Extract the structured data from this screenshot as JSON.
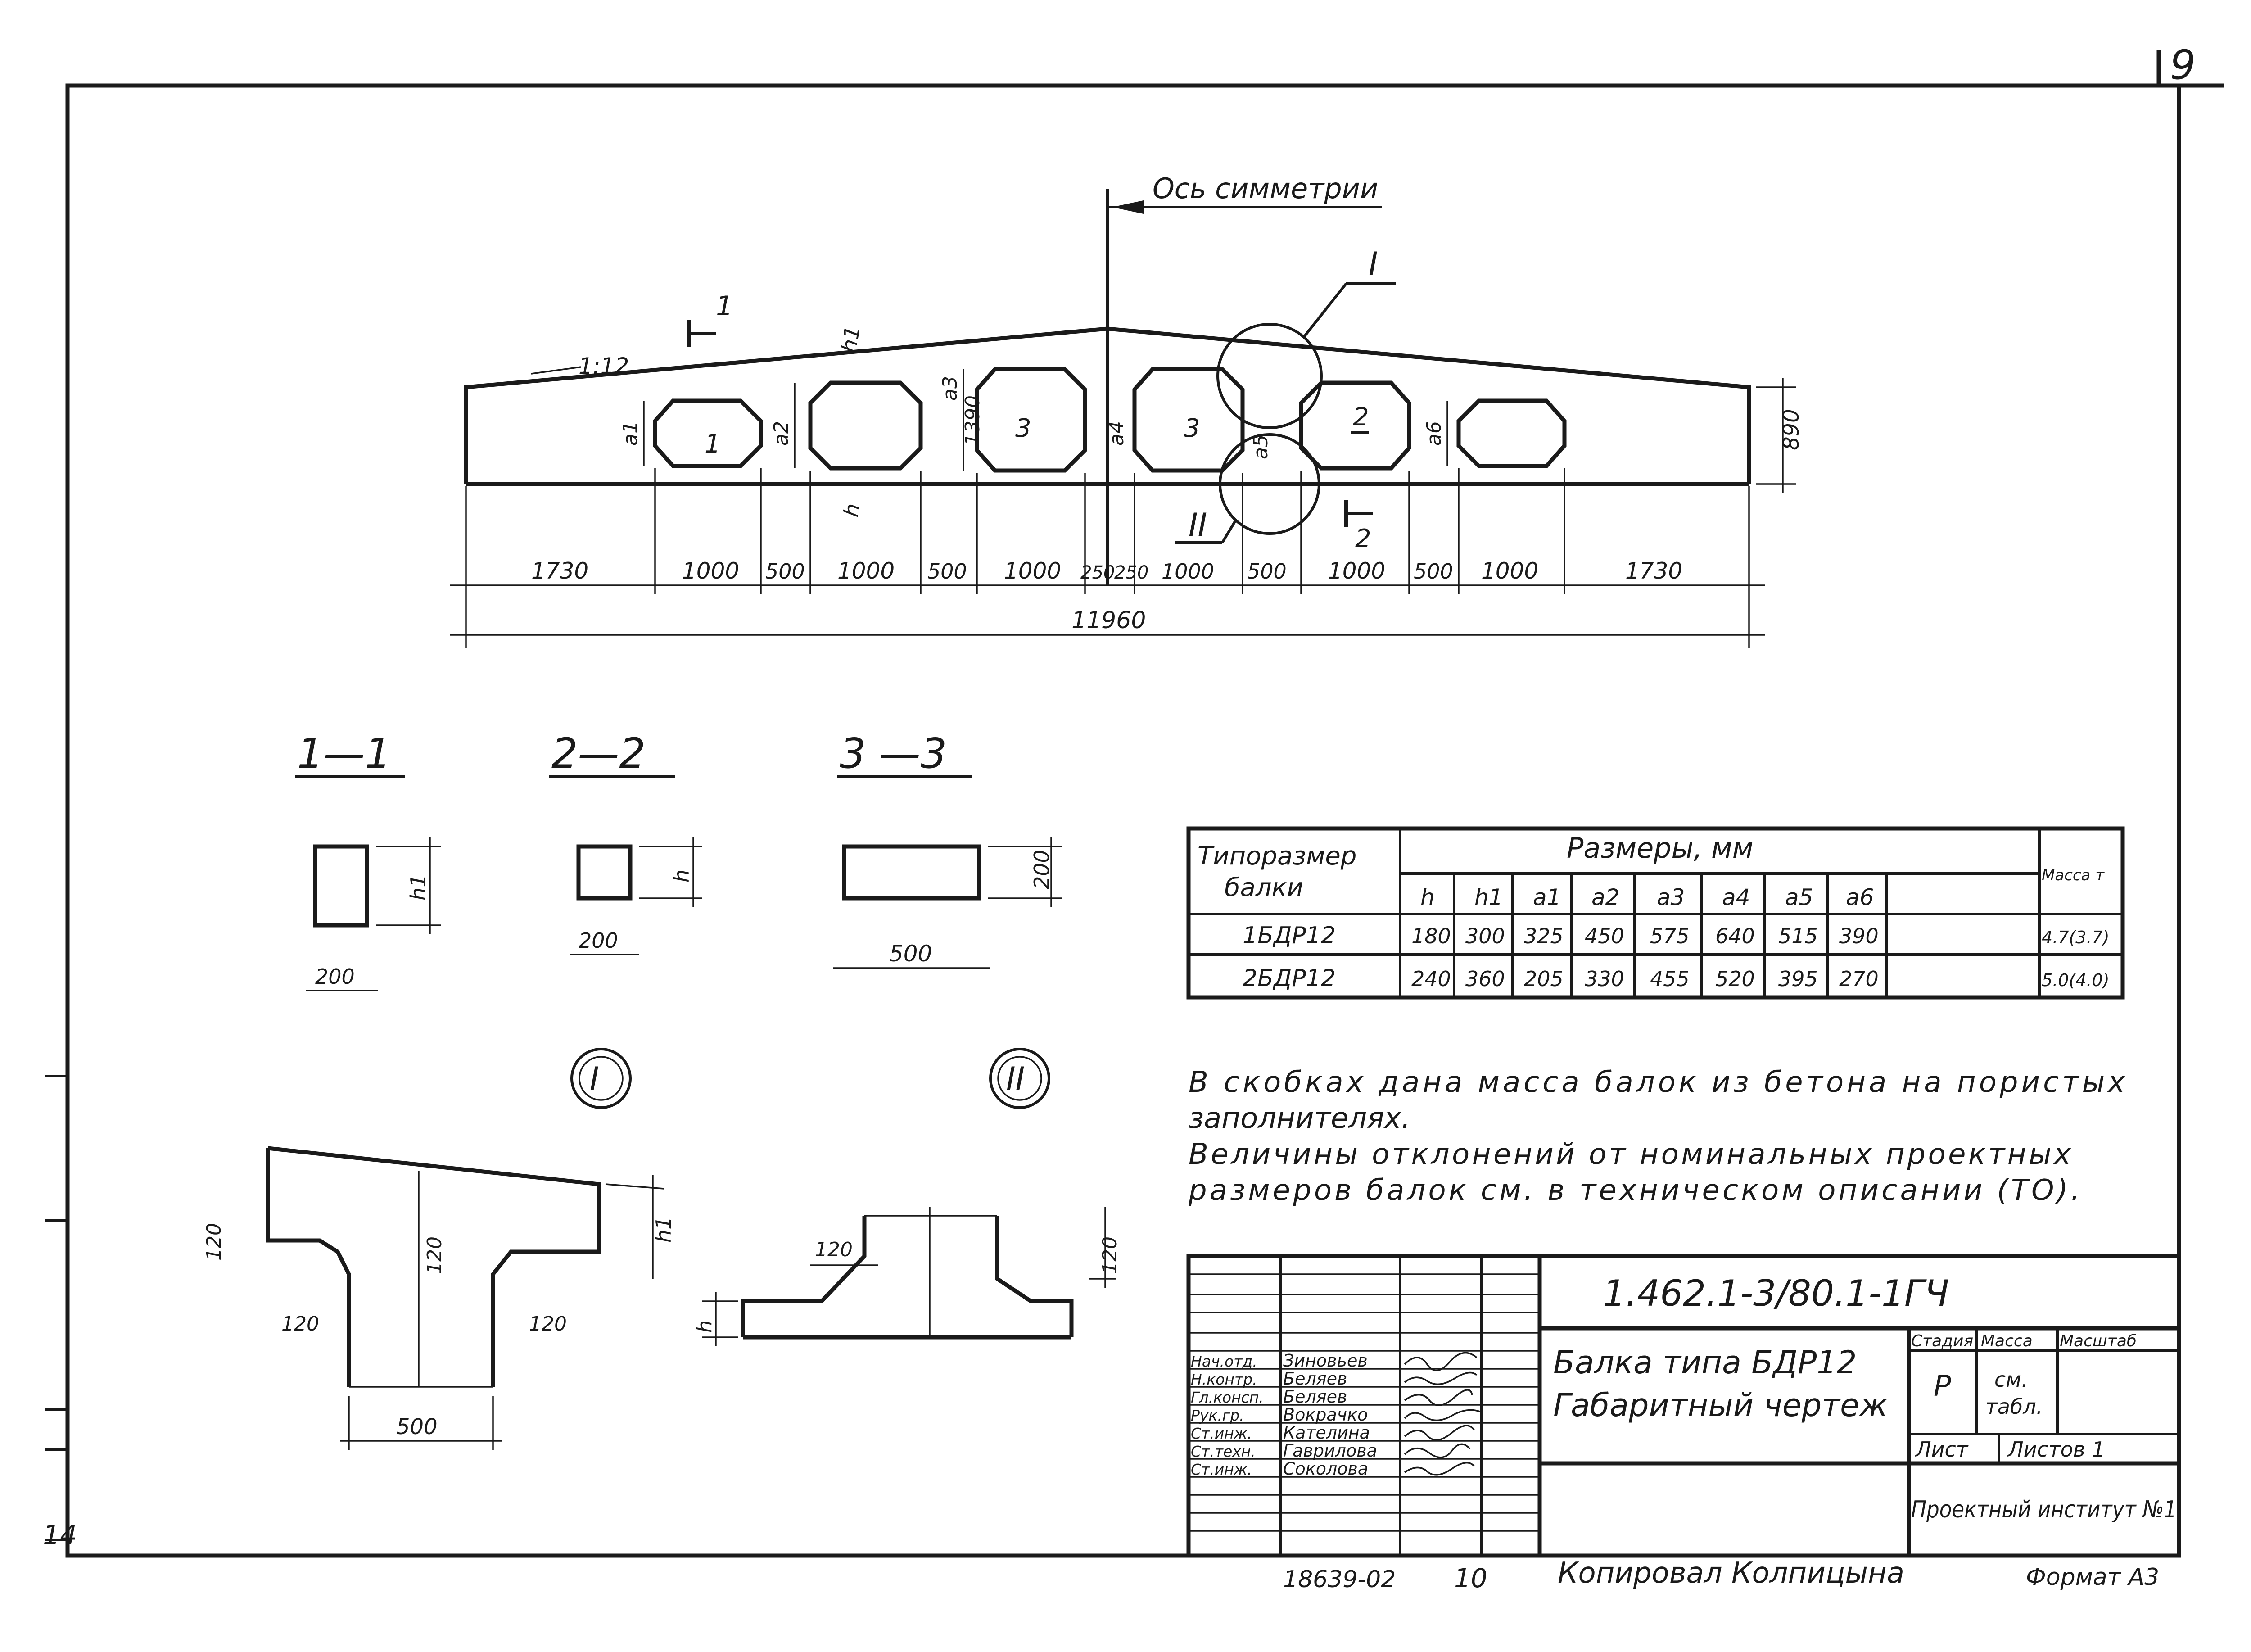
{
  "sheet_number": "9",
  "beam": {
    "axis_label": "Ось симметрии",
    "slope": "1:12",
    "height_end": "890",
    "center_hole_height": "1390",
    "bottom_dims": [
      "1730",
      "1000",
      "500",
      "1000",
      "500",
      "1000",
      "250",
      "250",
      "1000",
      "500",
      "1000",
      "500",
      "1000",
      "1730"
    ],
    "total_length": "11960",
    "detail_I": "I",
    "detail_II": "II",
    "hole_labels": [
      "a1",
      "a2",
      "a3",
      "a4",
      "a5",
      "a6"
    ],
    "section_marks": {
      "s1": "1",
      "s2": "2",
      "s3": "3"
    },
    "h_labels": {
      "h1": "h1",
      "h": "h"
    }
  },
  "sections": {
    "s11": {
      "title": "1—1",
      "width": "200",
      "height": "h1"
    },
    "s22": {
      "title": "2—2",
      "width": "200",
      "height": "h"
    },
    "s33": {
      "title": "3 —3",
      "width": "500",
      "height": "200"
    }
  },
  "details": {
    "I": {
      "label": "I",
      "dims": [
        "120",
        "120",
        "120",
        "120",
        "500",
        "h1"
      ]
    },
    "II": {
      "label": "II",
      "dims": [
        "120",
        "120",
        "h"
      ]
    }
  },
  "table": {
    "col_type_line1": "Типоразмер",
    "col_type_line2": "балки",
    "col_sizes": "Размеры, мм",
    "col_mass": "Масса т",
    "headers": [
      "h",
      "h1",
      "a1",
      "a2",
      "a3",
      "a4",
      "a5",
      "a6"
    ],
    "rows": [
      {
        "name": "1БДР12",
        "values": [
          "180",
          "300",
          "325",
          "450",
          "575",
          "640",
          "515",
          "390"
        ],
        "mass": "4.7(3.7)"
      },
      {
        "name": "2БДР12",
        "values": [
          "240",
          "360",
          "205",
          "330",
          "455",
          "520",
          "395",
          "270"
        ],
        "mass": "5.0(4.0)"
      }
    ]
  },
  "notes": {
    "line1": "В скобках дана масса балок из бетона на пористых",
    "line2": "заполнителях.",
    "line3": "Величины отклонений от номинальных проектных",
    "line4": "размеров балок см. в техническом описании (ТО)."
  },
  "title_block": {
    "code": "1.462.1-3/80.1-1ГЧ",
    "name_line1": "Балка типа БДР12",
    "name_line2": "Габаритный чертеж",
    "stage_label": "Стадия",
    "mass_label": "Масса",
    "scale_label": "Масштаб",
    "stage_value": "Р",
    "mass_value_line1": "см.",
    "mass_value_line2": "табл.",
    "sheet_label": "Лист",
    "sheets_label": "Листов 1",
    "organization": "Проектный институт №1",
    "people": [
      {
        "role": "Нач.отд.",
        "name": "Зиновьев"
      },
      {
        "role": "Н.контр.",
        "name": "Беляев"
      },
      {
        "role": "Гл.консп.",
        "name": "Беляев"
      },
      {
        "role": "Рук.гр.",
        "name": "Вокрачко"
      },
      {
        "role": "Ст.инж.",
        "name": "Кателина"
      },
      {
        "role": "Ст.техн.",
        "name": "Гаврилова"
      },
      {
        "role": "Ст.инж.",
        "name": "Соколова"
      }
    ]
  },
  "footer": {
    "inventory": "18639-02",
    "number": "10",
    "copied": "Копировал Колпицына",
    "format": "Формат А3"
  },
  "margin_mark": "14"
}
